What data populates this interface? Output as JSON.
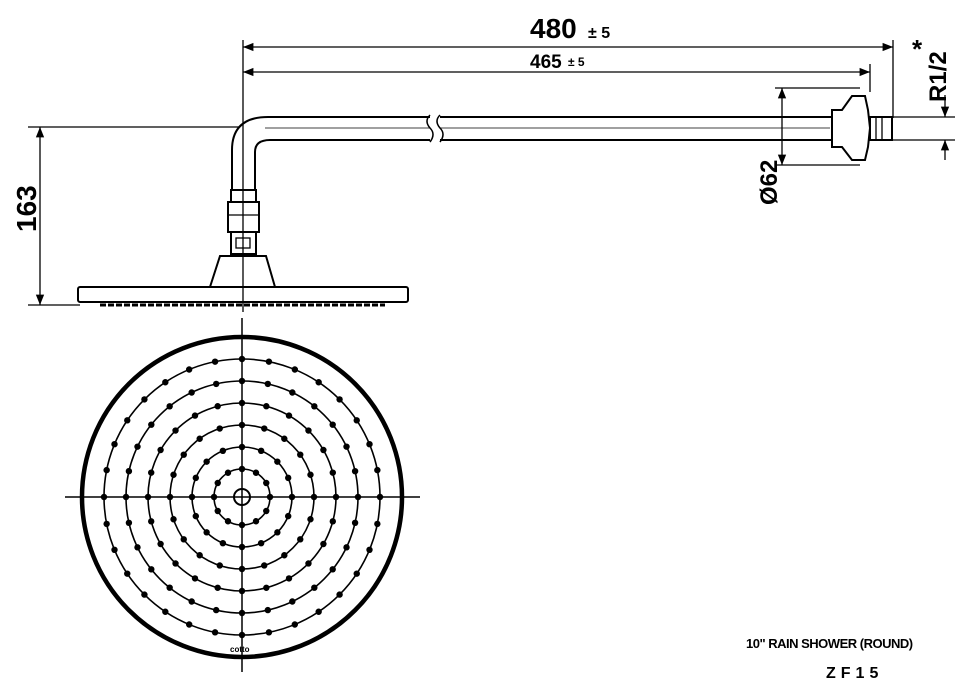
{
  "dimensions": {
    "overall_length": "480",
    "overall_tol": "± 5",
    "arm_length": "465",
    "arm_tol": "± 5",
    "height": "163",
    "flange_diameter": "Ø62",
    "thread": "R1/2",
    "thread_note": "*"
  },
  "logo": "cotto",
  "product": {
    "name": "10\" RAIN SHOWER (ROUND)",
    "code": "ZF15"
  },
  "colors": {
    "line": "#000000",
    "background": "#ffffff"
  },
  "nozzle_rings": [
    12,
    16,
    20,
    24,
    28,
    32
  ]
}
